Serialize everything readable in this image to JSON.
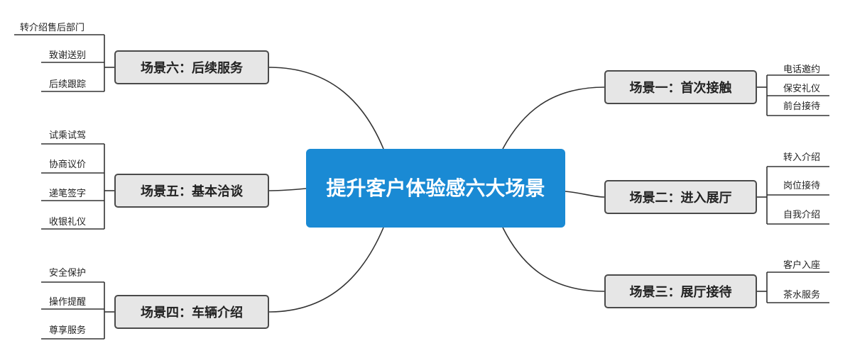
{
  "center": {
    "title": "提升客户体验感六大场景"
  },
  "scenes": [
    {
      "id": "s1",
      "label": "场景一：首次接触",
      "items": [
        "电话邀约",
        "保安礼仪",
        "前台接待"
      ]
    },
    {
      "id": "s2",
      "label": "场景二：进入展厅",
      "items": [
        "转入介绍",
        "岗位接待",
        "自我介绍"
      ]
    },
    {
      "id": "s3",
      "label": "场景三：展厅接待",
      "items": [
        "客户入座",
        "茶水服务"
      ]
    },
    {
      "id": "s4",
      "label": "场景四：车辆介绍",
      "items": [
        "安全保护",
        "操作提醒",
        "尊享服务"
      ]
    },
    {
      "id": "s5",
      "label": "场景五：基本洽谈",
      "items": [
        "试乘试驾",
        "协商议价",
        "递笔签字",
        "收银礼仪"
      ]
    },
    {
      "id": "s6",
      "label": "场景六：后续服务",
      "items": [
        "转介绍售后部门",
        "致谢送别",
        "后续跟踪"
      ]
    }
  ],
  "colors": {
    "center_bg": "#1a8ad4",
    "scene_bg": "#e6e6e6",
    "line": "#333333"
  }
}
